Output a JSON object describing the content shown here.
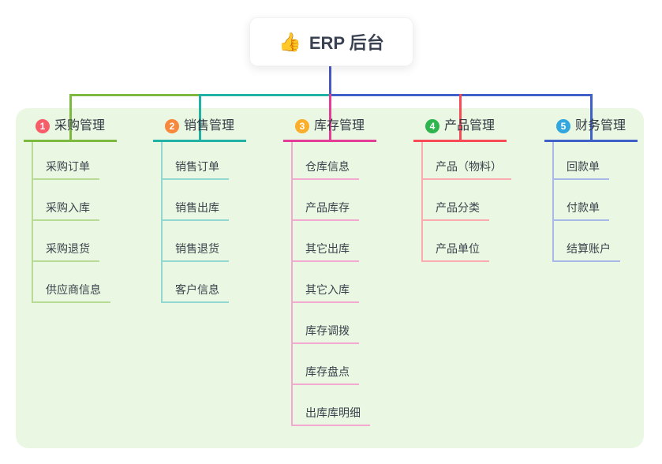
{
  "root": {
    "icon": "👍",
    "title": "ERP 后台"
  },
  "colors": {
    "panel_bg": "#eaf7e2",
    "root_line": "#4a57c5",
    "text": "#333a44"
  },
  "branches": [
    {
      "num": "1",
      "title": "采购管理",
      "color": "#7cb93e",
      "light": "#b7da94",
      "badge": "#f75d68",
      "children": [
        "采购订单",
        "采购入库",
        "采购退货",
        "供应商信息"
      ]
    },
    {
      "num": "2",
      "title": "销售管理",
      "color": "#21b2a6",
      "light": "#92d8d1",
      "badge": "#f8883b",
      "children": [
        "销售订单",
        "销售出库",
        "销售退货",
        "客户信息"
      ]
    },
    {
      "num": "3",
      "title": "库存管理",
      "color": "#e53d97",
      "light": "#f3a8d0",
      "badge": "#fbae2c",
      "children": [
        "仓库信息",
        "产品库存",
        "其它出库",
        "其它入库",
        "库存调拨",
        "库存盘点",
        "出库库明细"
      ]
    },
    {
      "num": "4",
      "title": "产品管理",
      "color": "#f84b57",
      "light": "#fbaab0",
      "badge": "#2eb54d",
      "children": [
        "产品（物料）",
        "产品分类",
        "产品单位"
      ]
    },
    {
      "num": "5",
      "title": "财务管理",
      "color": "#4060c9",
      "light": "#a8b8e9",
      "badge": "#31a7dd",
      "children": [
        "回款单",
        "付款单",
        "结算账户"
      ]
    }
  ]
}
